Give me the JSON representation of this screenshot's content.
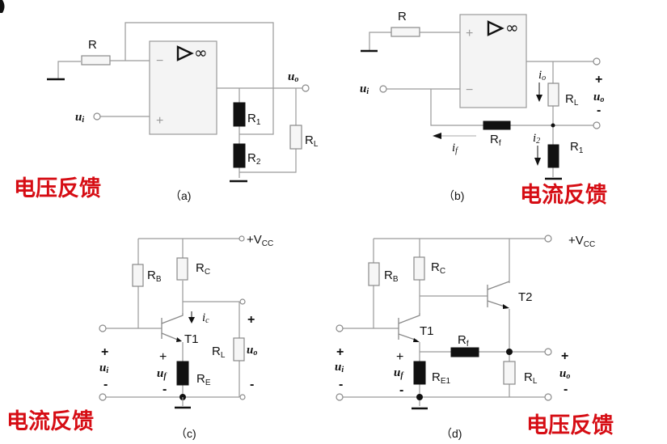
{
  "feedback_types": {
    "a": "电压反馈",
    "b": "电流反馈",
    "c": "电流反馈",
    "d": "电压反馈"
  },
  "colors": {
    "annotation_red": "#d60d14",
    "wire_gray": "#9a9a9a",
    "component_black": "#111111"
  },
  "circuits": {
    "a": {
      "caption": "（a)",
      "opamp": {
        "inverting": "−",
        "noninverting": "+",
        "gain_symbol": "∞"
      },
      "resistors": {
        "R": "R",
        "R1": {
          "main": "R",
          "sub": "1"
        },
        "R2": {
          "main": "R",
          "sub": "2"
        },
        "RL": {
          "main": "R",
          "sub": "L"
        }
      },
      "input": {
        "main": "u",
        "sub": "i"
      },
      "output": {
        "main": "u",
        "sub": "o"
      }
    },
    "b": {
      "caption": "（b)",
      "opamp": {
        "inverting": "−",
        "noninverting": "+",
        "gain_symbol": "∞"
      },
      "resistors": {
        "R": "R",
        "RL": {
          "main": "R",
          "sub": "L"
        },
        "Rf": {
          "main": "R",
          "sub": "f"
        },
        "R1": {
          "main": "R",
          "sub": "1"
        }
      },
      "input": {
        "main": "u",
        "sub": "i"
      },
      "output": {
        "main": "u",
        "sub": "o",
        "plus": "+",
        "minus": "-"
      },
      "currents": {
        "io": {
          "main": "i",
          "sub": "o"
        },
        "if": {
          "main": "i",
          "sub": "f"
        },
        "i2": {
          "main": "i",
          "sub": "2"
        }
      }
    },
    "c": {
      "caption": "（c)",
      "supply": {
        "prefix": "+V",
        "sub": "CC"
      },
      "resistors": {
        "RB": {
          "main": "R",
          "sub": "B"
        },
        "RC": {
          "main": "R",
          "sub": "C"
        },
        "RL": {
          "main": "R",
          "sub": "L"
        },
        "RE": {
          "main": "R",
          "sub": "E"
        }
      },
      "transistor": "T1",
      "current": {
        "main": "i",
        "sub": "c"
      },
      "input": {
        "main": "u",
        "sub": "i",
        "plus": "+",
        "minus": "-"
      },
      "feedback": {
        "main": "u",
        "sub": "f",
        "plus": "+",
        "minus": "-"
      },
      "output": {
        "main": "u",
        "sub": "o",
        "plus": "+",
        "minus": "-"
      }
    },
    "d": {
      "caption": "（d)",
      "supply": {
        "prefix": "+V",
        "sub": "CC"
      },
      "resistors": {
        "RB": {
          "main": "R",
          "sub": "B"
        },
        "RC": {
          "main": "R",
          "sub": "C"
        },
        "Rf": {
          "main": "R",
          "sub": "f"
        },
        "RE1": {
          "main": "R",
          "sub": "E1"
        },
        "RL": {
          "main": "R",
          "sub": "L"
        }
      },
      "transistors": {
        "T1": "T1",
        "T2": "T2"
      },
      "input": {
        "main": "u",
        "sub": "i",
        "plus": "+",
        "minus": "-"
      },
      "feedback": {
        "main": "u",
        "sub": "f",
        "plus": "+",
        "minus": "-"
      },
      "output": {
        "main": "u",
        "sub": "o",
        "plus": "+",
        "minus": "-"
      }
    }
  }
}
